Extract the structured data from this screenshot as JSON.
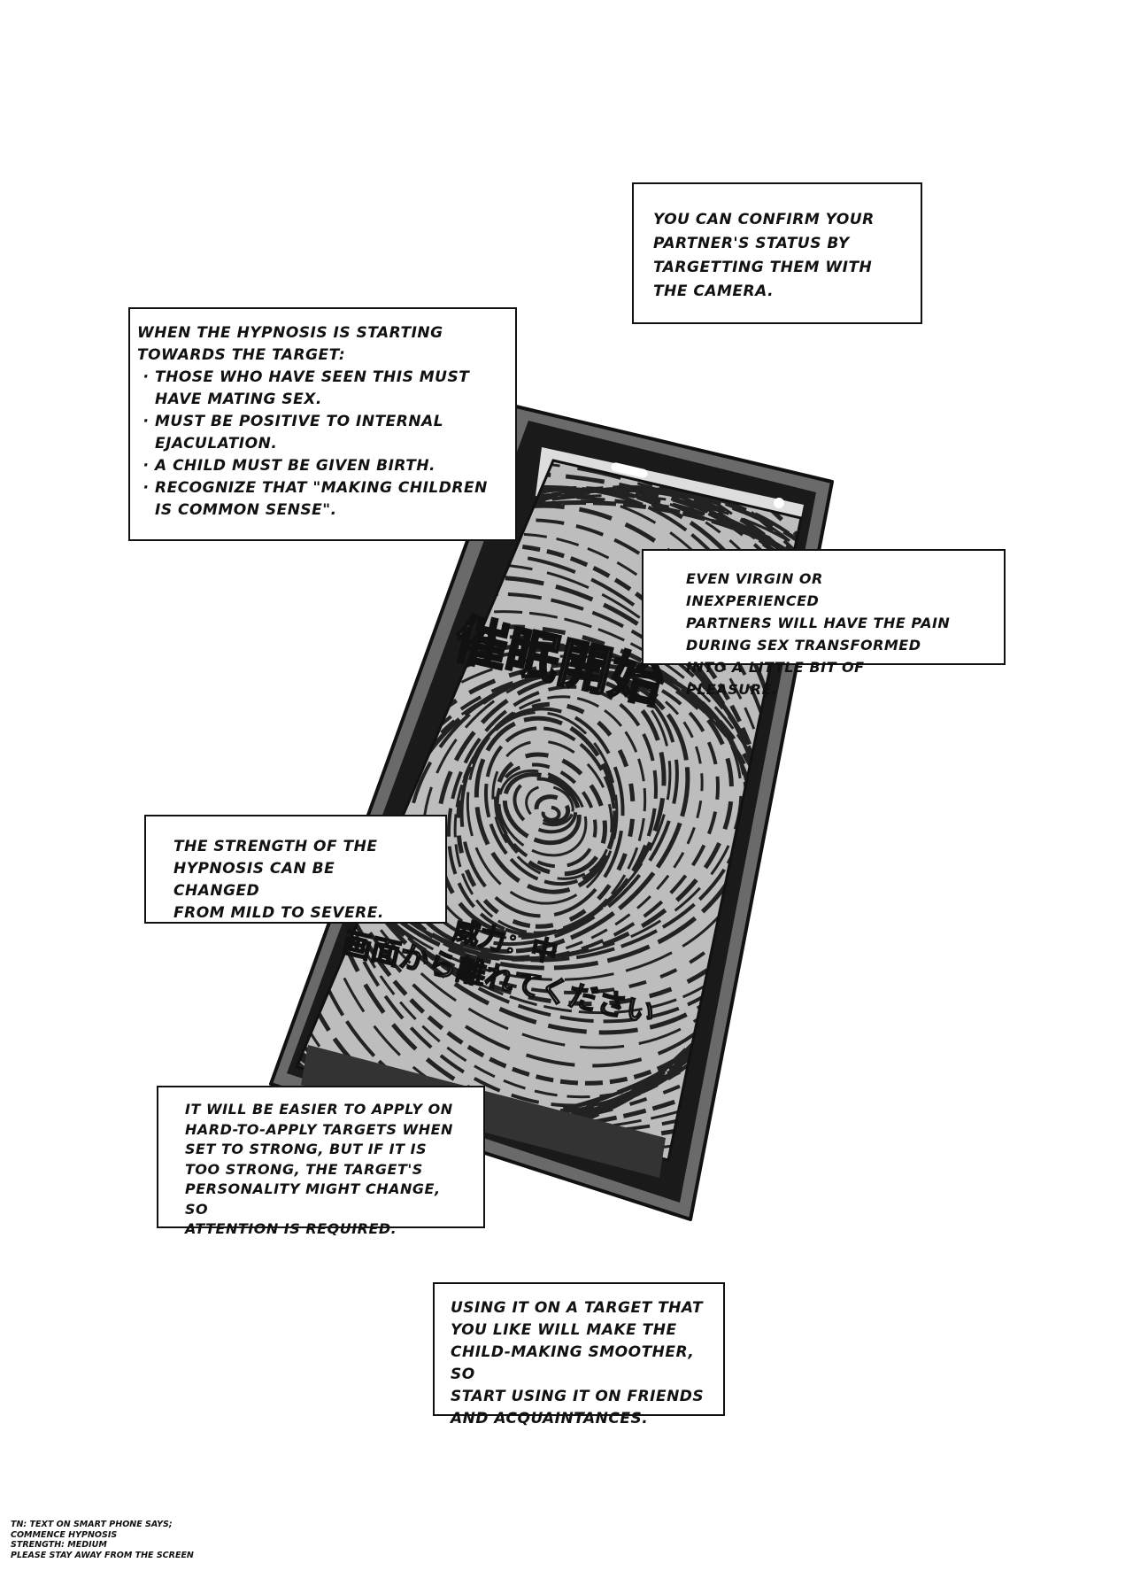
{
  "captions": {
    "camera": "You can confirm your\npartner's status by\ntargetting them with\nthe camera.",
    "rules_intro": "When the hypnosis is starting\ntowards the target:",
    "rules": [
      "Those who have seen this must\nhave mating sex.",
      "Must be positive to internal\nejaculation.",
      "A child must be given birth.",
      "Recognize that \"making children\nis common sense\"."
    ],
    "pain": "Even virgin or inexperienced\npartners will have the pain\nduring sex transformed\ninto a little bit of pleasure.",
    "strength": "The strength of the\nhypnosis can be changed\nfrom mild to severe.",
    "strong": "It will be easier to apply on\nhard-to-apply targets when\nset to strong, but if it is\ntoo strong, the target's\npersonality might change, so\nattention is required.",
    "friends": "Using it on a target that\nyou like will make the\nchild-making smoother, so\nstart using it on friends\nand acquaintances."
  },
  "phone_screen": {
    "title": "催眠開始",
    "strength": "威力：中",
    "warning": "画面から離れてください"
  },
  "translator_note": [
    "TN: Text on smart phone says;",
    "Commence hypnosis",
    "Strength: medium",
    "Please stay away from the screen"
  ]
}
